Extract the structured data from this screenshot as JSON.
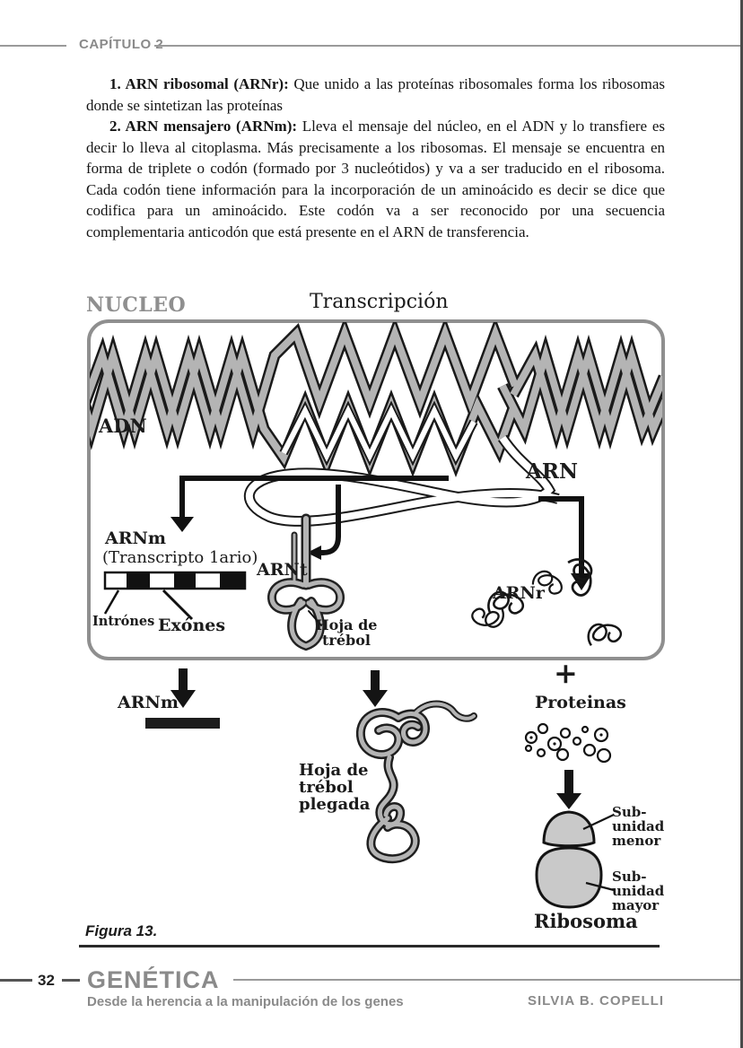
{
  "header": {
    "chapter_label": "CAPÍTULO 2"
  },
  "content": {
    "paragraphs": [
      {
        "lead": "1. ARN ribosomal (ARNr):",
        "body": " Que unido a las proteínas ribosomales forma los ribosomas donde se sintetizan las proteínas"
      },
      {
        "lead": "2. ARN mensajero (ARNm):",
        "body": " Lleva el mensaje del núcleo, en el ADN y lo transfiere es decir lo lleva al citoplasma. Más precisamente a los ribosomas. El mensaje se encuentra en forma de triplete o codón (formado por 3 nucleótidos) y va a ser traducido en el ribosoma. Cada codón tiene información para la incorporación de un aminoácido es decir se dice que codifica para un aminoácido. Este codón va a ser reconocido por una secuencia complementaria anticodón que está presente en el ARN de transferencia."
      }
    ]
  },
  "figure": {
    "region_label": "NUCLEO",
    "process_title": "Transcripción",
    "dna_label": "ADN",
    "rna_label": "ARN",
    "arnm_primary_label": "ARNm",
    "primary_transcript_label": "(Transcripto 1ario)",
    "introns_label": "Intrónes",
    "exons_label": "Exónes",
    "arnt_label": "ARNt",
    "cloverleaf_label": "Hoja de trébol",
    "arnr_label": "ARNr",
    "arnm_mature_label": "ARNm",
    "folded_cloverleaf_label": "Hoja de trébol plegada",
    "plus_sign": "+",
    "proteins_label": "Proteinas",
    "small_subunit_label": "Sub-unidad menor",
    "large_subunit_label": "Sub-unidad mayor",
    "ribosome_label": "Ribosoma",
    "caption": "Figura 13."
  },
  "footer": {
    "page_number": "32",
    "book_title": "GENÉTICA",
    "book_subtitle": "Desde la herencia a la manipulación de los genes",
    "author": "SILVIA B. COPELLI"
  },
  "colors": {
    "muted_gray": "#8a8a8a",
    "rule_gray": "#9a9a9a",
    "ink": "#1a1a1a",
    "tube_gray": "#b4b4b4",
    "ribosome_fill": "#c9c9c9",
    "box_border": "#8f8f8f"
  }
}
